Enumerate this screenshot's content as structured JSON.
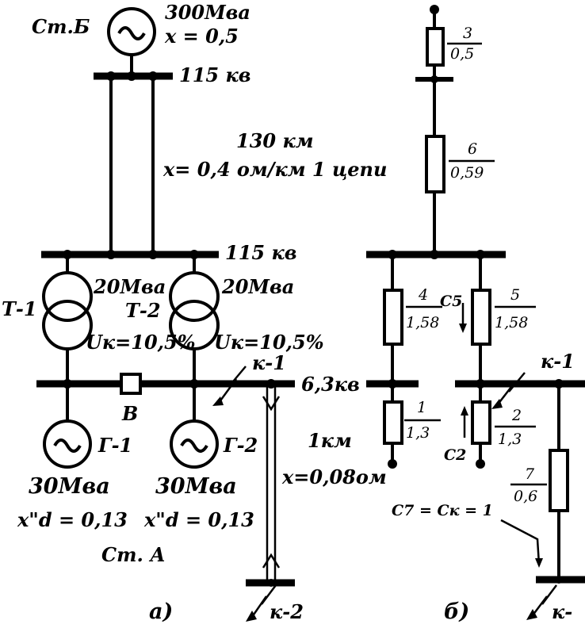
{
  "diagram_a": {
    "station_b": {
      "label": "Ст.Б",
      "power": "300Мва",
      "x": "x = 0,5"
    },
    "bus_top_voltage": "115 кв",
    "line": {
      "length": "130 км",
      "x": "x= 0,4 ом/км 1 цепи"
    },
    "bus_mid_voltage": "115 кв",
    "t1": {
      "name": "Т-1",
      "power": "20Мва",
      "uk": "Uк=10,5%"
    },
    "t2": {
      "name": "Т-2",
      "power": "20Мва",
      "uk": "Uк=10,5%"
    },
    "fault_k1": "к-1",
    "bus_low_voltage": "6,3кв",
    "breaker": "В",
    "g1": {
      "name": "Г-1",
      "power": "30Мва",
      "xd": "x\"d = 0,13"
    },
    "g2": {
      "name": "Г-2",
      "power": "30Мва",
      "xd": "x\"d = 0,13"
    },
    "cable": {
      "length": "1км",
      "x": "x=0,08ом"
    },
    "station_a": "Ст. А",
    "fault_k2": "к-2",
    "caption": "а)"
  },
  "diagram_b": {
    "r3": {
      "num": "3",
      "den": "0,5"
    },
    "r6": {
      "num": "6",
      "den": "0,59"
    },
    "r4": {
      "num": "4",
      "den": "1,58"
    },
    "c5": "C5",
    "r5": {
      "num": "5",
      "den": "1,58"
    },
    "r1": {
      "num": "1",
      "den": "1,3"
    },
    "r2": {
      "num": "2",
      "den": "1,3"
    },
    "c2": "C2",
    "fault_k1": "к-1",
    "r7": {
      "num": "7",
      "den": "0,6"
    },
    "c7": "C7 = Cк = 1",
    "fault_k": "к-",
    "caption": "б)"
  }
}
